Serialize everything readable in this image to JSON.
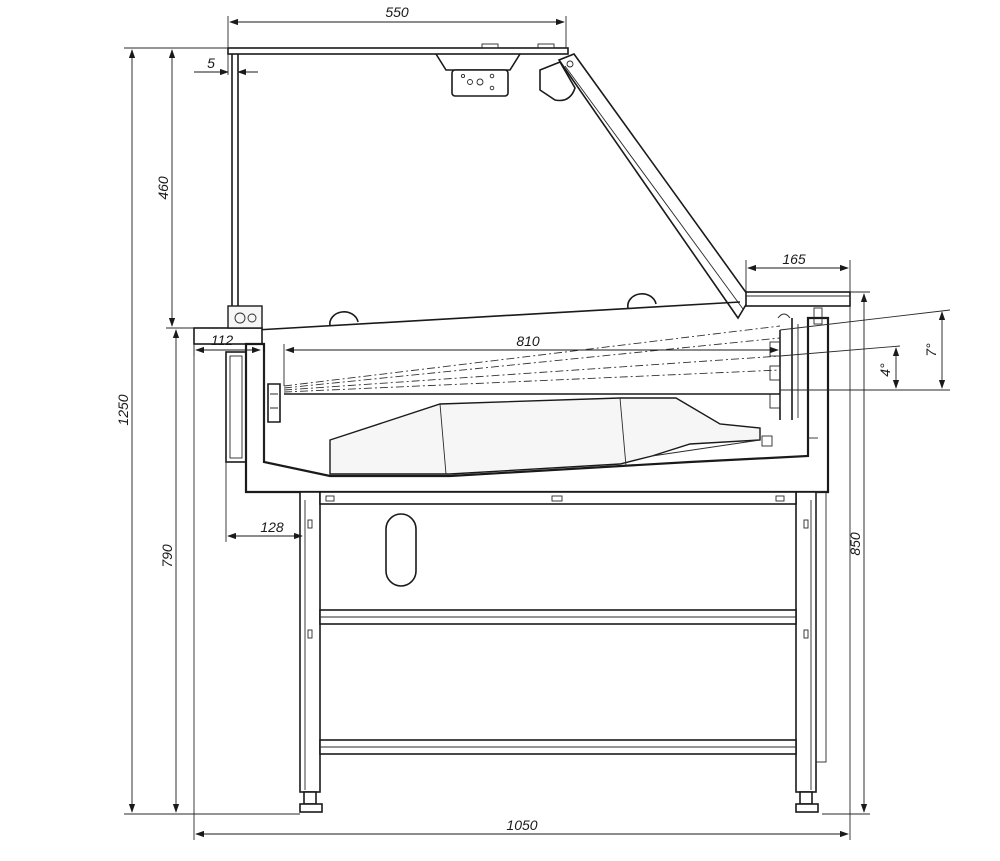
{
  "dimensions": {
    "top_width": "550",
    "glass_offset": "5",
    "upper_height": "460",
    "total_height": "1250",
    "top_shelf_width": "165",
    "front_ledge": "112",
    "display_depth": "810",
    "shelf_angle_small": "4°",
    "shelf_angle_large": "7°",
    "leg_offset": "128",
    "base_height": "790",
    "counter_height": "850",
    "total_width": "1050"
  }
}
